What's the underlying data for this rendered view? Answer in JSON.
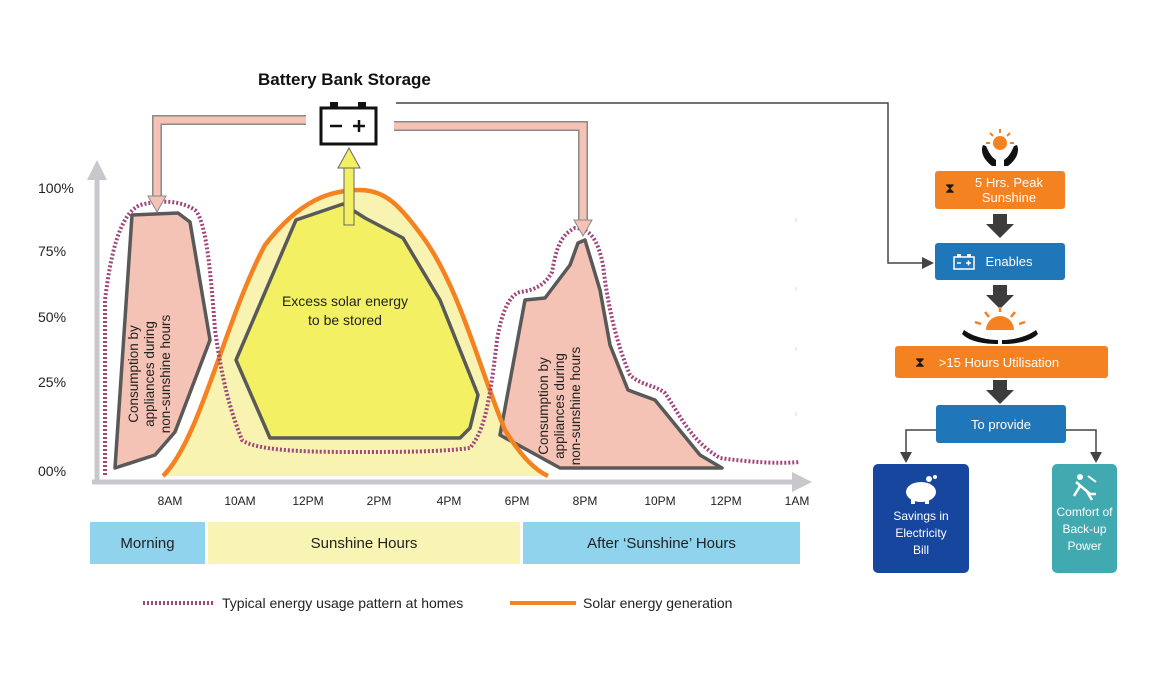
{
  "title": "Battery Bank Storage",
  "y_axis": [
    "100%",
    "75%",
    "50%",
    "25%",
    "00%"
  ],
  "x_axis": [
    "8AM",
    "10AM",
    "12PM",
    "2PM",
    "4PM",
    "6PM",
    "8PM",
    "10PM",
    "12PM",
    "1AM"
  ],
  "bands": [
    {
      "label": "Morning",
      "color": "#8fd3ec"
    },
    {
      "label": "Sunshine Hours",
      "color": "#f8f4b4"
    },
    {
      "label": "After ‘Sunshine’ Hours",
      "color": "#8fd3ec"
    }
  ],
  "annotations": {
    "consumption_left": [
      "Consumption by",
      "appliances during",
      "non-sunshine hours"
    ],
    "consumption_right": [
      "Consumption by",
      "appliances during",
      "non-sunshine hours"
    ],
    "excess": [
      "Excess solar energy",
      "to be stored"
    ]
  },
  "legend": {
    "usage": "Typical energy usage pattern at homes",
    "solar": "Solar energy generation"
  },
  "flow": {
    "peak": [
      "5 Hrs. Peak",
      "Sunshine"
    ],
    "enables": "Enables",
    "utilisation": ">15 Hours Utilisation",
    "provide": "To provide",
    "savings": [
      "Savings in",
      "Electricity",
      "Bill"
    ],
    "comfort": [
      "Comfort of",
      "Back-up",
      "Power"
    ]
  },
  "colors": {
    "orange": "#f58220",
    "blue": "#1f76b8",
    "navy": "#17469e",
    "teal": "#41a9b0",
    "pink": "#f4c3b6",
    "yellow": "#f3f163",
    "usage_line": "#a0457d"
  }
}
